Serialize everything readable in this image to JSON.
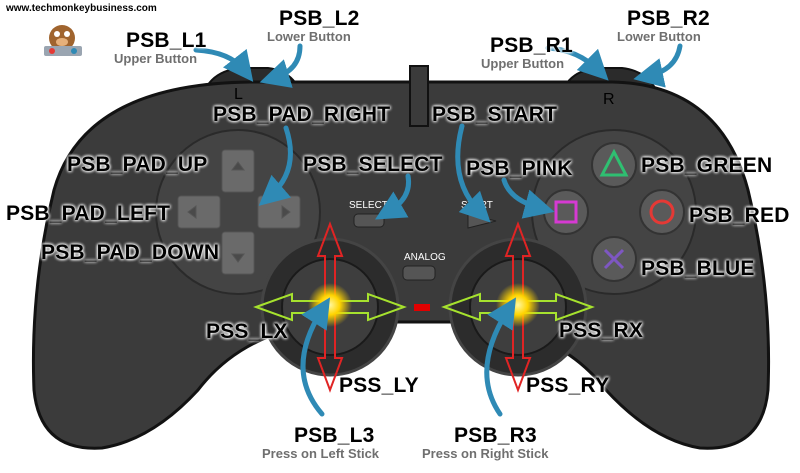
{
  "site": "www.techmonkeybusiness.com",
  "labels": {
    "l1": "PSB_L1",
    "l1_sub": "Upper Button",
    "l2": "PSB_L2",
    "l2_sub": "Lower Button",
    "r1": "PSB_R1",
    "r1_sub": "Upper Button",
    "r2": "PSB_R2",
    "r2_sub": "Lower Button",
    "pad_right": "PSB_PAD_RIGHT",
    "pad_up": "PSB_PAD_UP",
    "pad_left": "PSB_PAD_LEFT",
    "pad_down": "PSB_PAD_DOWN",
    "select": "PSB_SELECT",
    "start": "PSB_START",
    "pink": "PSB_PINK",
    "green": "PSB_GREEN",
    "red": "PSB_RED",
    "blue": "PSB_BLUE",
    "lx": "PSS_LX",
    "ly": "PSS_LY",
    "rx": "PSS_RX",
    "ry": "PSS_RY",
    "l3": "PSB_L3",
    "l3_sub": "Press on Left Stick",
    "r3": "PSB_R3",
    "r3_sub": "Press on Right Stick"
  },
  "controller_text": {
    "l_letter": "L",
    "r_letter": "R",
    "select": "SELECT",
    "start": "START",
    "analog": "ANALOG"
  },
  "colors": {
    "body": "#3a3a3a",
    "arrow": "#2f8ab5",
    "triangle": "#2fbf71",
    "circle": "#e53935",
    "cross": "#7e57c2",
    "square": "#d63ad3",
    "analog_led": "#e00000"
  }
}
